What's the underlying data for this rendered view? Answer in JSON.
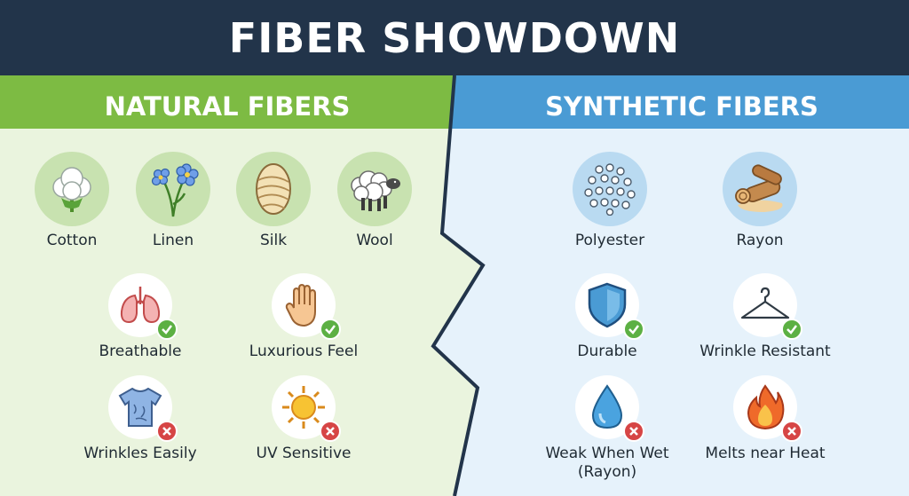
{
  "title": "FIBER SHOWDOWN",
  "colors": {
    "title_bg": "#22344a",
    "natural_header": "#7dbb43",
    "natural_bg": "#eaf4de",
    "synthetic_header": "#4a9bd4",
    "synthetic_bg": "#e6f2fb",
    "divider": "#22344a",
    "check_badge": "#5cb043",
    "cross_badge": "#d64545"
  },
  "natural": {
    "header": "NATURAL FIBERS",
    "fibers": [
      {
        "label": "Cotton",
        "icon": "cotton-boll-icon"
      },
      {
        "label": "Linen",
        "icon": "flax-flower-icon"
      },
      {
        "label": "Silk",
        "icon": "silk-cocoon-icon"
      },
      {
        "label": "Wool",
        "icon": "sheep-icon"
      }
    ],
    "properties": [
      {
        "label": "Breathable",
        "icon": "lungs-icon",
        "status": "check"
      },
      {
        "label": "Luxurious Feel",
        "icon": "hand-icon",
        "status": "check"
      },
      {
        "label": "Wrinkles Easily",
        "icon": "wrinkled-shirt-icon",
        "status": "cross"
      },
      {
        "label": "UV Sensitive",
        "icon": "sun-icon",
        "status": "cross"
      }
    ]
  },
  "synthetic": {
    "header": "SYNTHETIC FIBERS",
    "fibers": [
      {
        "label": "Polyester",
        "icon": "polymer-pellets-icon"
      },
      {
        "label": "Rayon",
        "icon": "wood-log-icon"
      }
    ],
    "properties": [
      {
        "label": "Durable",
        "icon": "shield-icon",
        "status": "check"
      },
      {
        "label": "Wrinkle Resistant",
        "icon": "hanger-icon",
        "status": "check"
      },
      {
        "label": "Weak When Wet",
        "label2": "(Rayon)",
        "icon": "water-drop-icon",
        "status": "cross"
      },
      {
        "label": "Melts near Heat",
        "icon": "flame-icon",
        "status": "cross"
      }
    ]
  }
}
